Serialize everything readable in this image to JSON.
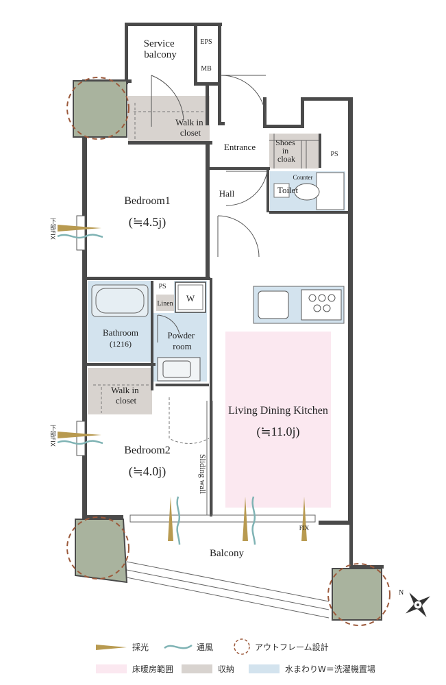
{
  "rooms": {
    "service_balcony": [
      "Service",
      "balcony"
    ],
    "eps": "EPS",
    "mb": "MB",
    "walk_in_closet_1": [
      "Walk in",
      "closet"
    ],
    "entrance": "Entrance",
    "shoes_in_cloak": [
      "Shoes",
      "in",
      "cloak"
    ],
    "ps_top": "PS",
    "hall": "Hall",
    "counter": "Counter",
    "toilet": "Toilet",
    "bedroom1": "Bedroom1",
    "bedroom1_size": "(≒4.5j)",
    "ps_mid": "PS",
    "w": "W",
    "linen": "Linen",
    "bathroom": "Bathroom",
    "bathroom_size": "(1216)",
    "powder_room": [
      "Powder",
      "room"
    ],
    "walk_in_closet_2": [
      "Walk in",
      "closet"
    ],
    "ldk": "Living Dining Kitchen",
    "ldk_size": "(≒11.0j)",
    "bedroom2": "Bedroom2",
    "bedroom2_size": "(≒4.0j)",
    "sliding_wall": "Sliding wall",
    "balcony": "Balcony",
    "fix": "FIX",
    "side_fix": "下部FIX"
  },
  "legend": {
    "lighting": "採光",
    "ventilation": "通風",
    "outframe": "アウトフレーム設計",
    "floor_heating": "床暖房範囲",
    "storage": "収納",
    "water_area": "水まわりW＝洗濯機置場"
  },
  "colors": {
    "floor_heating": "#fbe8f0",
    "storage": "#d8d3cf",
    "water_area": "#d3e3ee",
    "column": "#a9b39e",
    "wall": "#4a4a4a",
    "light": "#b89a50",
    "wind": "#7fb3b4",
    "outframe_circle": "#9c5a3c"
  }
}
